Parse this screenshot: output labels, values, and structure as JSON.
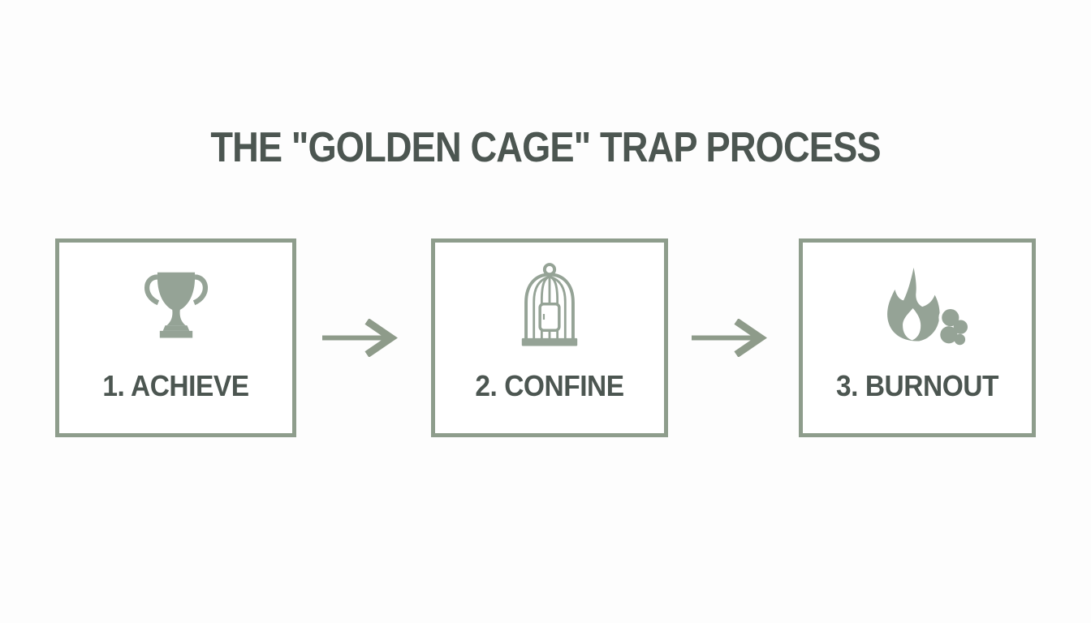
{
  "title": "THE \"GOLDEN CAGE\" TRAP PROCESS",
  "steps": [
    {
      "label": "1. ACHIEVE",
      "icon": "trophy-icon"
    },
    {
      "label": "2. CONFINE",
      "icon": "birdcage-icon"
    },
    {
      "label": "3. BURNOUT",
      "icon": "flame-smoke-icon"
    }
  ],
  "connectors": [
    {
      "icon": "arrow-right-icon"
    },
    {
      "icon": "arrow-right-icon"
    }
  ],
  "colors": {
    "background": "#fdfdfd",
    "box_background": "#ffffff",
    "border_green": "#8e9d8c",
    "icon_green": "#95a396",
    "arrow_green": "#8e9b8a",
    "text_dark": "#4c5651"
  }
}
